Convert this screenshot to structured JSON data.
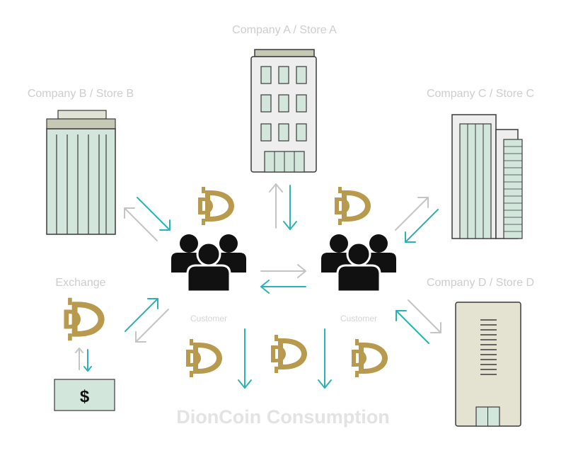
{
  "nodes": {
    "company_a": {
      "label": "Company A / Store A"
    },
    "company_b": {
      "label": "Company B / Store B"
    },
    "company_c": {
      "label": "Company C / Store C"
    },
    "company_d": {
      "label": "Company D / Store D"
    },
    "exchange": {
      "label": "Exchange"
    },
    "customer_left": {
      "label": "Customer"
    },
    "customer_right": {
      "label": "Customer"
    }
  },
  "dollar_symbol": "$",
  "title": "DionCoin Consumption",
  "colors": {
    "teal": "#2bb3b3",
    "gray_arrow": "#c4c4c4",
    "coin_gold": "#b89a4e",
    "building_glass": "#d2e6dc",
    "building_frame": "#eeeeee",
    "building_stroke": "#3a3a3a",
    "roof": "#c5c9b3",
    "tower_d": "#e4e2d1",
    "people": "#111111",
    "label_gray": "#cdcdcd"
  },
  "icons": [
    "building-icon",
    "people-group-icon",
    "dioncoin-icon",
    "dollar-bill-icon"
  ]
}
